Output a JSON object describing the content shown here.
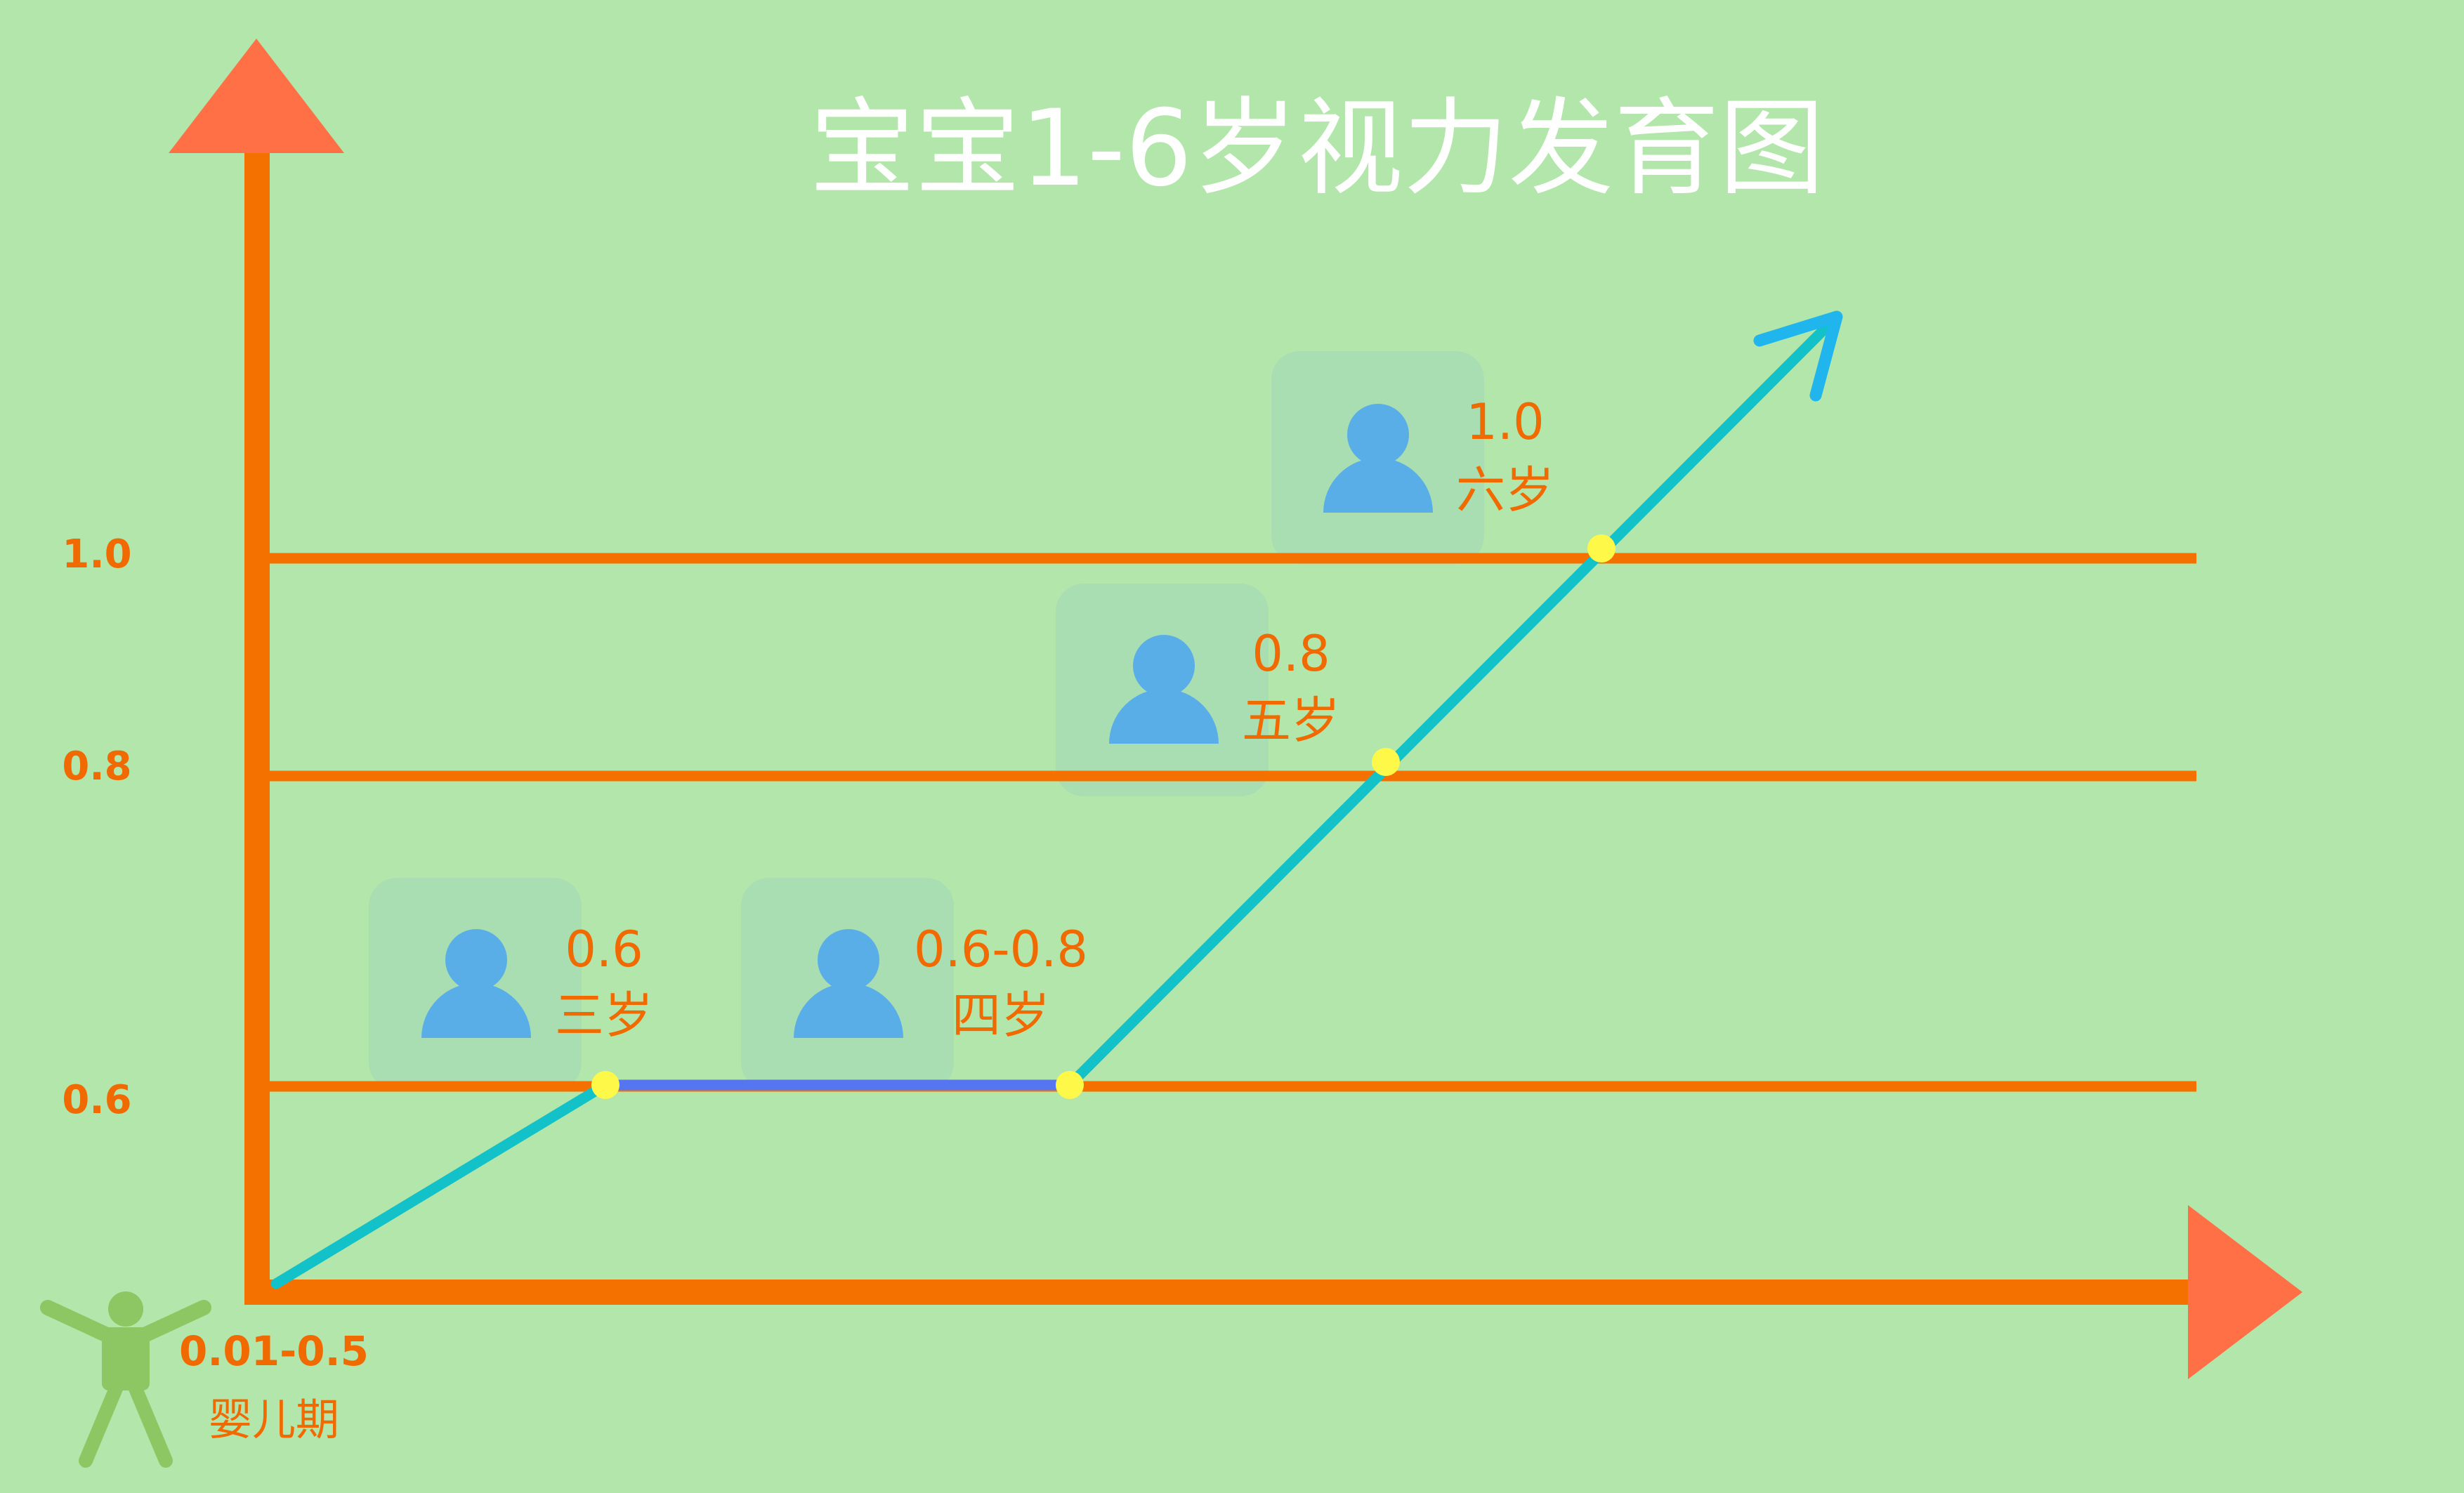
{
  "title": "宝宝1-6岁视力发育图",
  "colors": {
    "background": "#b3e6ab",
    "axis": "#f47100",
    "arrow_head": "#ff7046",
    "growth_line": "#12c2c8",
    "plateau_line": "#5576f0",
    "growth_arrow": "#20b5ec",
    "node": "#fef949",
    "card": "#a7dcb3",
    "person": "#5aaee8",
    "label": "#f06a00",
    "infant_figure": "#8cc763"
  },
  "y_levels": [
    {
      "label": "1.0",
      "value": 1.0
    },
    {
      "label": "0.8",
      "value": 0.8
    },
    {
      "label": "0.6",
      "value": 0.6
    }
  ],
  "stages": [
    {
      "value": "0.6",
      "age": "三岁",
      "icon": "person-icon"
    },
    {
      "value": "0.6-0.8",
      "age": "四岁",
      "icon": "person-icon"
    },
    {
      "value": "0.8",
      "age": "五岁",
      "icon": "person-icon"
    },
    {
      "value": "1.0",
      "age": "六岁",
      "icon": "person-icon"
    }
  ],
  "infant": {
    "value": "0.01-0.5",
    "age": "婴儿期",
    "icon": "infant-figure-icon"
  }
}
